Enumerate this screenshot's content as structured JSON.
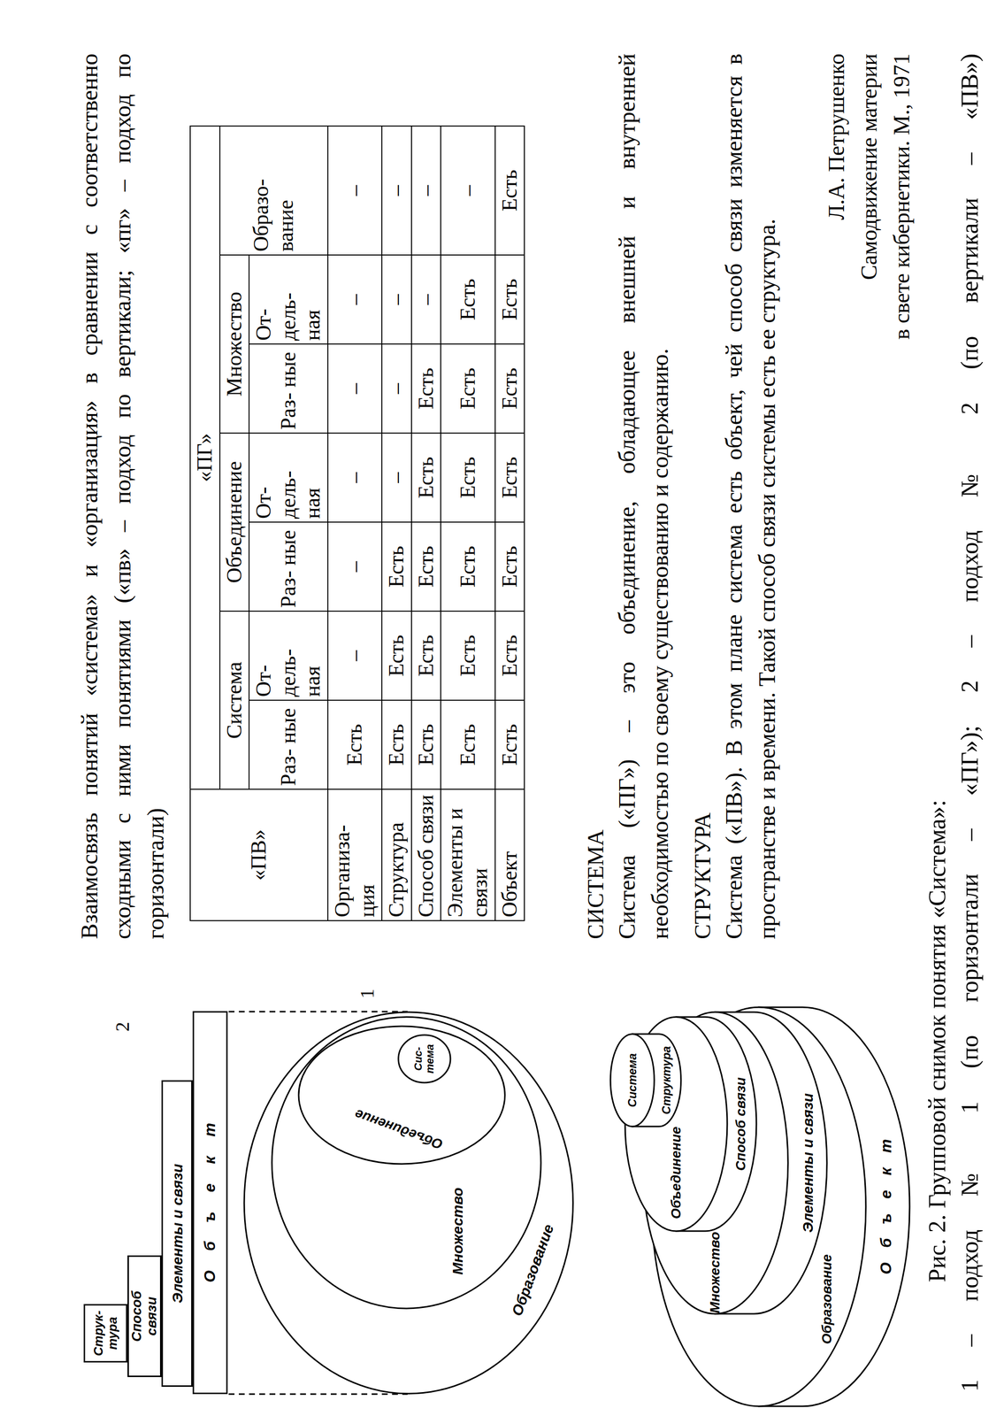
{
  "diagram": {
    "title": "Взаимосвязь понятий «система» и «организация» в сравнении с соответственно сходными с ними понятиями («пв» – подход по вертикали; «пг» – подход по горизонтали)",
    "caption": "Рис. 2. Групповой снимок понятия «Система»:",
    "nodes": [
      {
        "text": [
          "Струк- тура"
        ]
      },
      {
        "text": [
          "Способ связи"
        ]
      },
      {
        "text": [
          "Элементы и связи"
        ]
      },
      {
        "text": [
          "Объект"
        ]
      },
      {
        "text": [
          "Образование"
        ]
      },
      {
        "text": [
          "Множество"
        ],
        "in": 4
      },
      {
        "text": [
          "Объединение"
        ],
        "in": 5
      },
      {
        "text": [
          "Сис- тема"
        ],
        "in": 6
      },
      {
        "text": [
          "Система"
        ]
      },
      {
        "text": [
          "Структура"
        ]
      },
      {
        "text": [
          "Объединение"
        ]
      },
      {
        "text": [
          "Способ связи"
        ]
      },
      {
        "text": [
          "Множество"
        ]
      },
      {
        "text": [
          "Элементы и связи"
        ]
      },
      {
        "text": [
          "Образование"
        ]
      },
      {
        "text": [
          "Объект"
        ]
      }
    ],
    "labels": [
      "2",
      "1",
      "«ПВ»",
      "«ПГ»",
      "Система",
      "Объединение",
      "Множество",
      "Образо- вание",
      "Раз- ные",
      "От- дель- ная",
      "Раз- ные",
      "От- дель- ная",
      "Раз- ные",
      "От- дель- ная",
      "Организа- ция",
      "Есть",
      "–",
      "–",
      "–",
      "–",
      "–",
      "–",
      "Структура",
      "Есть",
      "Есть",
      "Есть",
      "–",
      "–",
      "–",
      "–",
      "Способ связи",
      "Есть",
      "Есть",
      "Есть",
      "Есть",
      "Есть",
      "–",
      "–",
      "Элементы и связи",
      "Есть",
      "Есть",
      "Есть",
      "Есть",
      "Есть",
      "Есть",
      "–",
      "Объект",
      "Есть",
      "Есть",
      "Есть",
      "Есть",
      "Есть",
      "Есть",
      "Есть",
      "СИСТЕМА",
      "Система («ПГ») – это объединение, обладающее внешней и внутренней необходимостью по своему существованию и содержанию.",
      "СТРУКТУРА",
      "Система («ПВ»). В этом плане система есть объект, чей способ связи изменяется в пространстве и времени. Такой способ связи системы есть ее структура.",
      "Л.А. Петрушенко",
      "Самодвижение материи",
      "в свете кибернетики. М., 1971",
      "1 – подход № 1 (по горизонтали – «ПГ»); 2 – подход № 2 (по вертикали – «ПВ»)"
    ]
  }
}
